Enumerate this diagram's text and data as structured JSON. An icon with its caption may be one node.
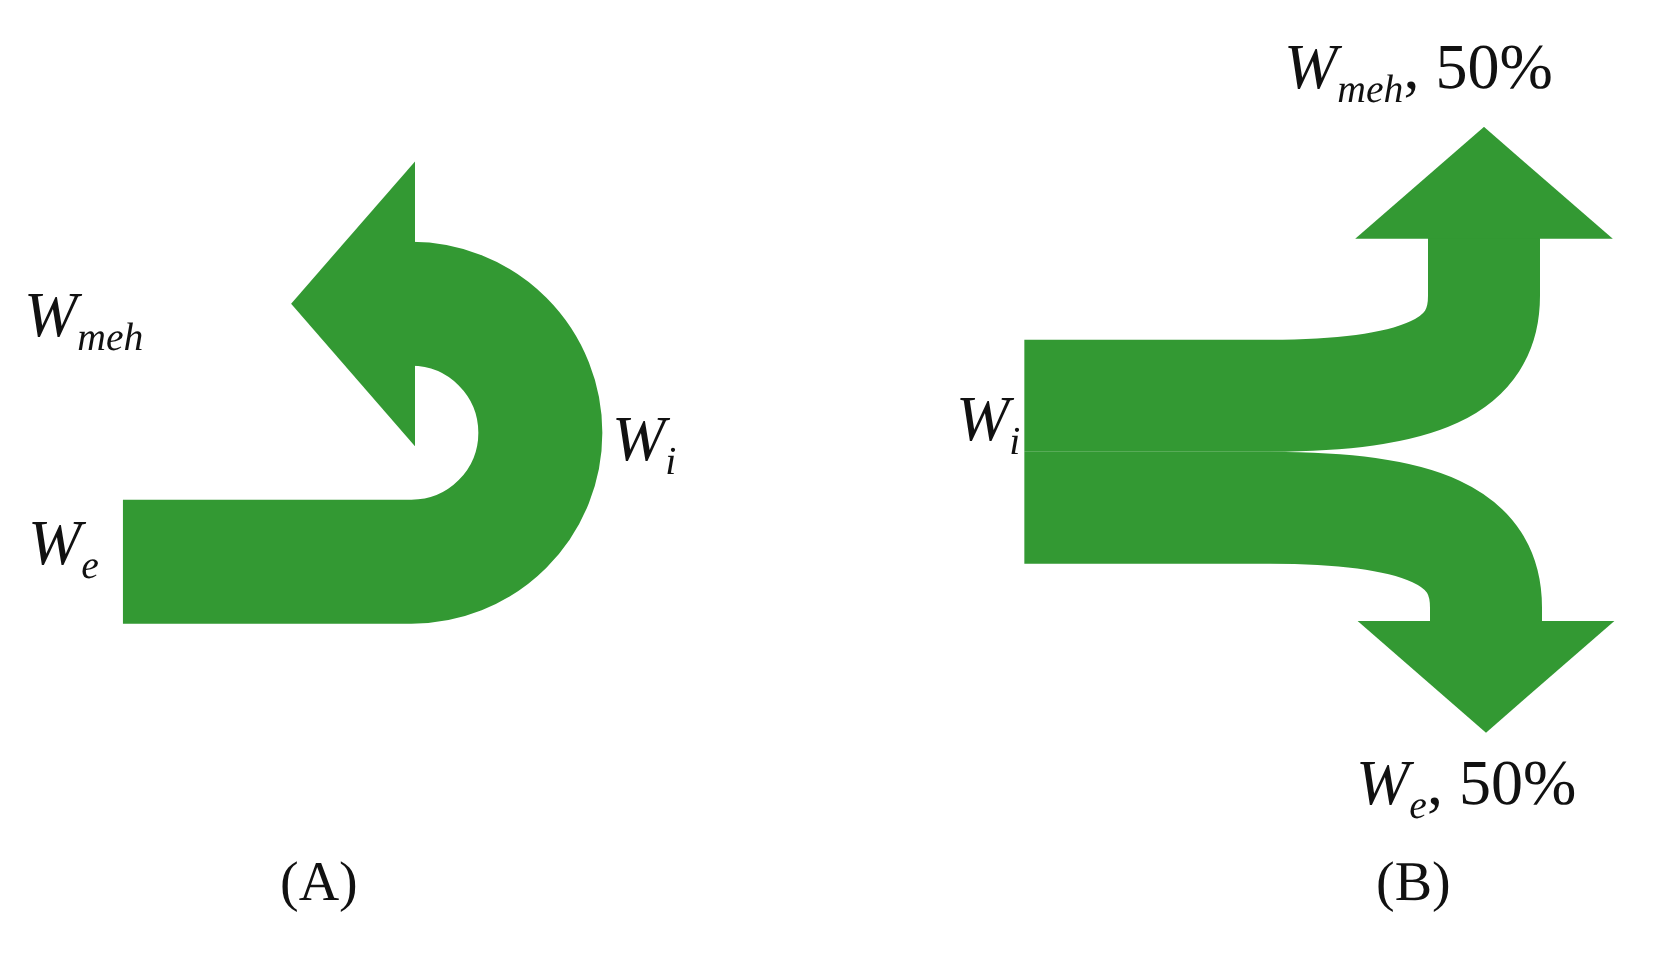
{
  "diagram": {
    "nodes": [
      {
        "text": [
          "*W*$_{e}$"
        ]
      },
      {
        "text": [
          "*W*$_{meh}$"
        ]
      },
      {
        "text": [
          "*W*$_{i}$"
        ]
      },
      {
        "text": [
          "*W*$_{meh}$, 50%"
        ]
      },
      {
        "text": [
          "*W*$_{e}$, 50%"
        ]
      }
    ],
    "edges": [
      {
        "from": 0,
        "to": 1,
        "arrow": "to",
        "label": "*W*$_{i}$"
      },
      {
        "from": 2,
        "to": 3,
        "arrow": "to"
      },
      {
        "from": 2,
        "to": 4,
        "arrow": "to"
      }
    ],
    "labels": [
      "(A)",
      "(B)"
    ]
  }
}
